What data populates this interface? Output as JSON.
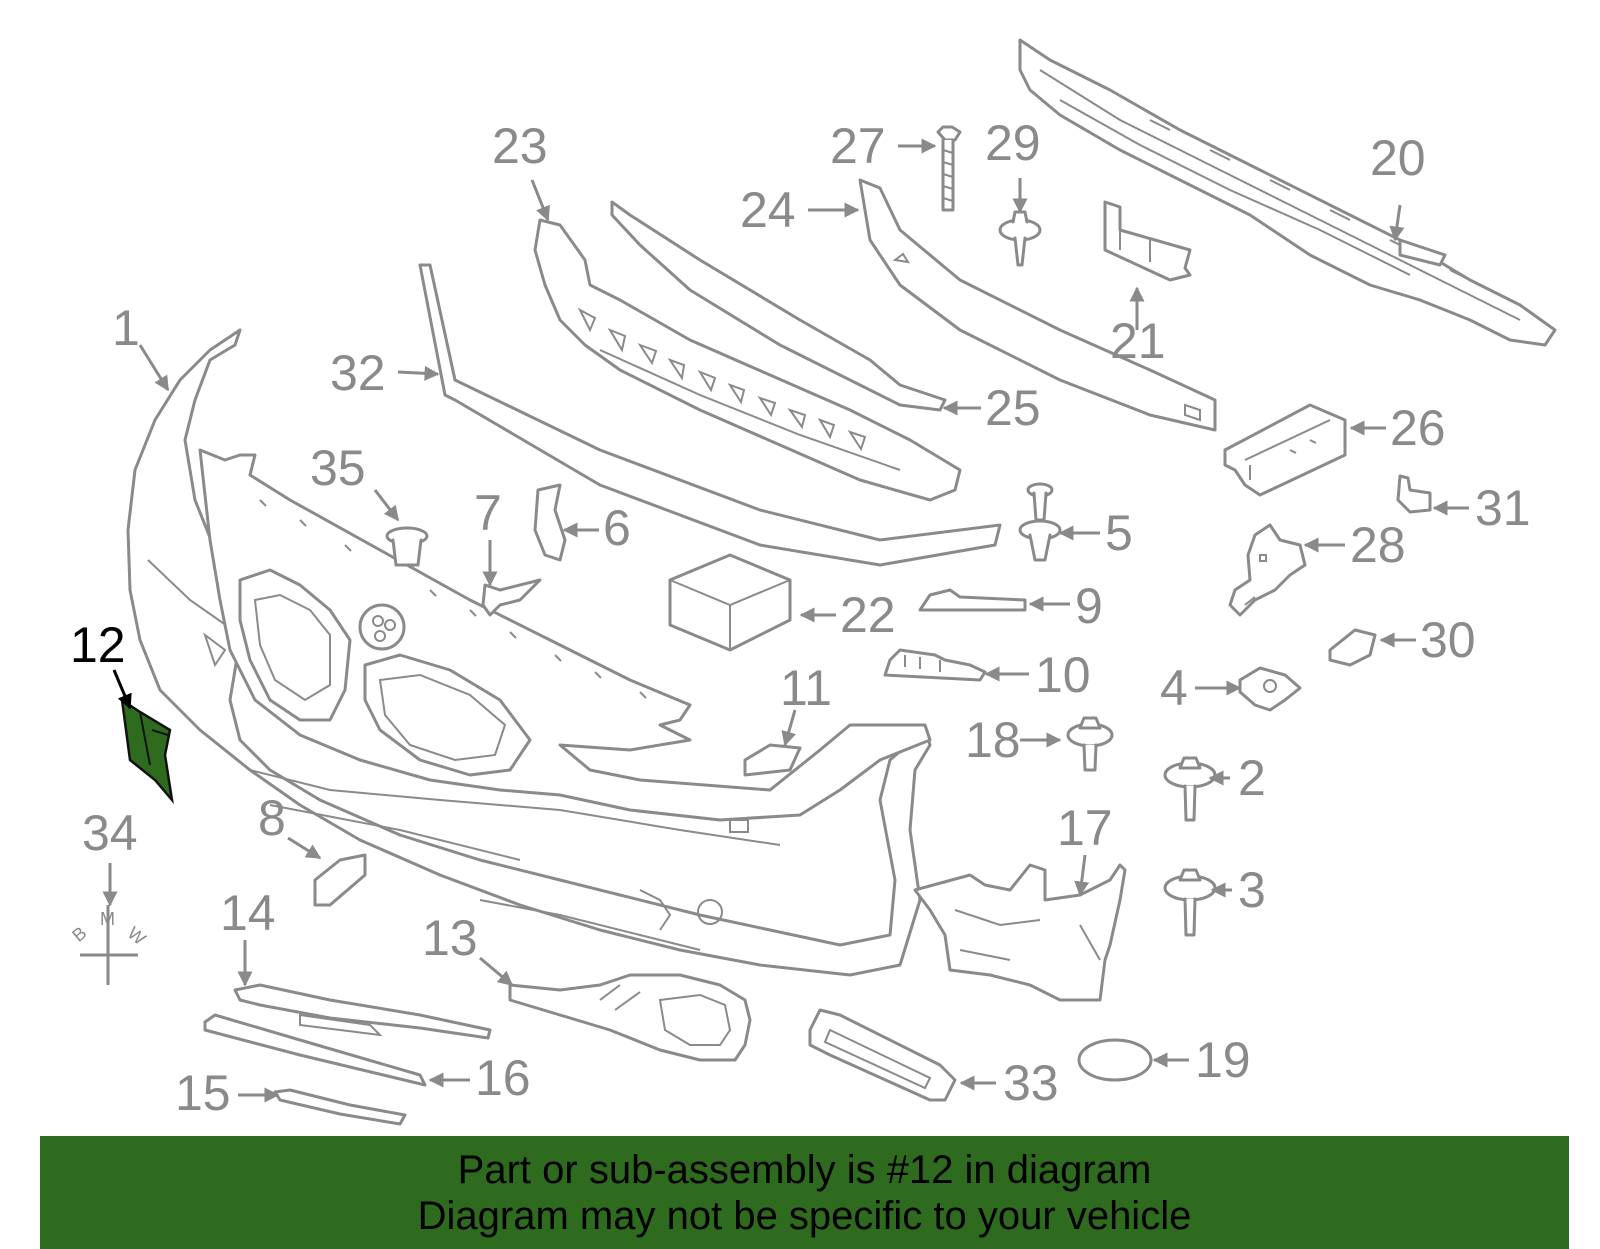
{
  "diagram": {
    "highlighted_part": "12",
    "highlight_color": "#2e6b1f",
    "line_color": "#8a8a8a",
    "callouts": {
      "c1": "1",
      "c2": "2",
      "c3": "3",
      "c4": "4",
      "c5": "5",
      "c6": "6",
      "c7": "7",
      "c8": "8",
      "c9": "9",
      "c10": "10",
      "c11": "11",
      "c12": "12",
      "c13": "13",
      "c14": "14",
      "c15": "15",
      "c16": "16",
      "c17": "17",
      "c18": "18",
      "c19": "19",
      "c20": "20",
      "c21": "21",
      "c22": "22",
      "c23": "23",
      "c24": "24",
      "c25": "25",
      "c26": "26",
      "c27": "27",
      "c28": "28",
      "c29": "29",
      "c30": "30",
      "c31": "31",
      "c32": "32",
      "c33": "33",
      "c34": "34",
      "c35": "35"
    },
    "emblem_letters": {
      "b": "B",
      "m": "M",
      "w": "W"
    }
  },
  "banner": {
    "line1": "Part or sub-assembly is #12 in diagram",
    "line2": "Diagram may not be specific to your vehicle",
    "background": "#2e6b1f"
  }
}
